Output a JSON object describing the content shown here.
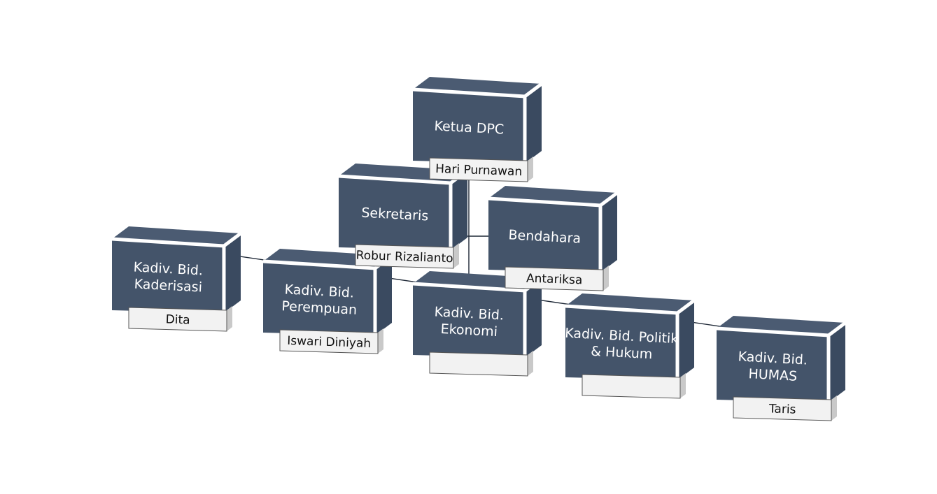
{
  "org_chart": {
    "positions": [
      {
        "id": "ketua",
        "title_lines": [
          "Ketua DPC"
        ],
        "name": "Hari Purnawan"
      },
      {
        "id": "sekretaris",
        "title_lines": [
          "Sekretaris"
        ],
        "name": "Robur Rizalianto"
      },
      {
        "id": "bendahara",
        "title_lines": [
          "Bendahara"
        ],
        "name": "Antariksa"
      },
      {
        "id": "kaderisasi",
        "title_lines": [
          "Kadiv. Bid.",
          "Kaderisasi"
        ],
        "name": "Dita"
      },
      {
        "id": "perempuan",
        "title_lines": [
          "Kadiv. Bid.",
          "Perempuan"
        ],
        "name": "Iswari Diniyah"
      },
      {
        "id": "ekonomi",
        "title_lines": [
          "Kadiv. Bid.",
          "Ekonomi"
        ],
        "name": ""
      },
      {
        "id": "politik",
        "title_lines": [
          "Kadiv. Bid. Politik",
          "& Hukum"
        ],
        "name": ""
      },
      {
        "id": "humas",
        "title_lines": [
          "Kadiv. Bid.",
          "HUMAS"
        ],
        "name": "Taris"
      }
    ]
  },
  "colors": {
    "box_face": "#44546a",
    "box_top": "#4b5b72",
    "box_side": "#3a4a60",
    "label_bg": "#f2f2f2",
    "label_side": "#c9c9c9",
    "connector": "#1f2937"
  }
}
